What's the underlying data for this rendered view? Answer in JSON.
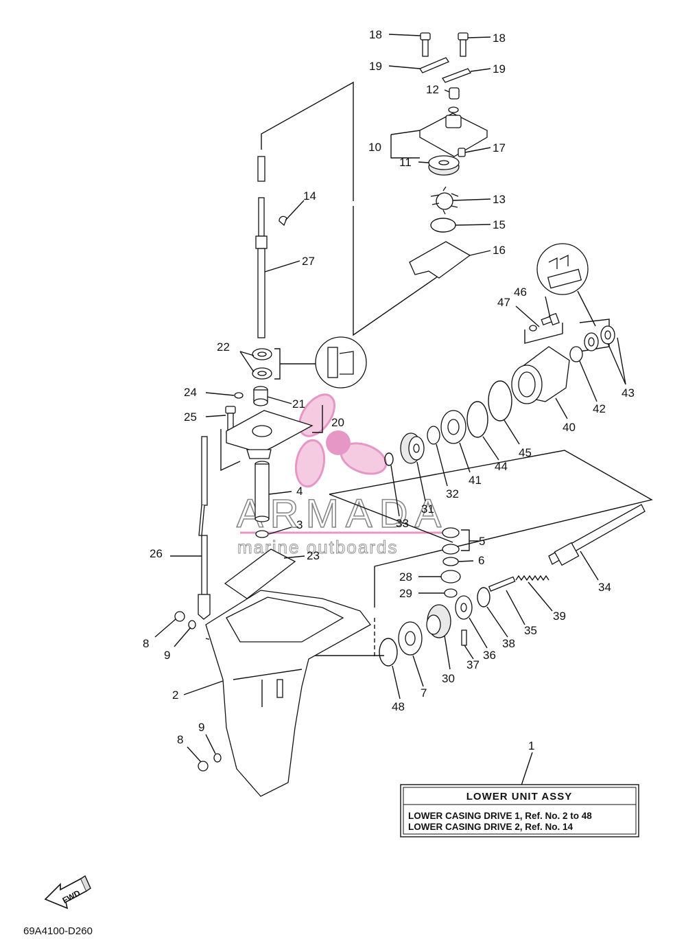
{
  "callouts": [
    {
      "id": "c18a",
      "text": "18"
    },
    {
      "id": "c18b",
      "text": "18"
    },
    {
      "id": "c19a",
      "text": "19"
    },
    {
      "id": "c19b",
      "text": "19"
    },
    {
      "id": "c12",
      "text": "12"
    },
    {
      "id": "c10",
      "text": "10"
    },
    {
      "id": "c17",
      "text": "17"
    },
    {
      "id": "c11",
      "text": "11"
    },
    {
      "id": "c13",
      "text": "13"
    },
    {
      "id": "c15",
      "text": "15"
    },
    {
      "id": "c16",
      "text": "16"
    },
    {
      "id": "c14",
      "text": "14"
    },
    {
      "id": "c27",
      "text": "27"
    },
    {
      "id": "c46",
      "text": "46"
    },
    {
      "id": "c47",
      "text": "47"
    },
    {
      "id": "c22",
      "text": "22"
    },
    {
      "id": "c43",
      "text": "43"
    },
    {
      "id": "c42",
      "text": "42"
    },
    {
      "id": "c40",
      "text": "40"
    },
    {
      "id": "c24",
      "text": "24"
    },
    {
      "id": "c21",
      "text": "21"
    },
    {
      "id": "c20",
      "text": "20"
    },
    {
      "id": "c25",
      "text": "25"
    },
    {
      "id": "c45",
      "text": "45"
    },
    {
      "id": "c44",
      "text": "44"
    },
    {
      "id": "c41",
      "text": "41"
    },
    {
      "id": "c32",
      "text": "32"
    },
    {
      "id": "c31",
      "text": "31"
    },
    {
      "id": "c33",
      "text": "33"
    },
    {
      "id": "c4",
      "text": "4"
    },
    {
      "id": "c3",
      "text": "3"
    },
    {
      "id": "c5",
      "text": "5"
    },
    {
      "id": "c6",
      "text": "6"
    },
    {
      "id": "c26",
      "text": "26"
    },
    {
      "id": "c23",
      "text": "23"
    },
    {
      "id": "c28",
      "text": "28"
    },
    {
      "id": "c29",
      "text": "29"
    },
    {
      "id": "c34",
      "text": "34"
    },
    {
      "id": "c39",
      "text": "39"
    },
    {
      "id": "c35",
      "text": "35"
    },
    {
      "id": "c38",
      "text": "38"
    },
    {
      "id": "c36",
      "text": "36"
    },
    {
      "id": "c37",
      "text": "37"
    },
    {
      "id": "c30",
      "text": "30"
    },
    {
      "id": "c7",
      "text": "7"
    },
    {
      "id": "c48",
      "text": "48"
    },
    {
      "id": "c8a",
      "text": "8"
    },
    {
      "id": "c9a",
      "text": "9"
    },
    {
      "id": "c2",
      "text": "2"
    },
    {
      "id": "c9b",
      "text": "9"
    },
    {
      "id": "c8b",
      "text": "8"
    },
    {
      "id": "c1",
      "text": "1"
    }
  ],
  "info_box": {
    "title": "LOWER UNIT ASSY",
    "line1": "LOWER CASING DRIVE 1, Ref. No. 2 to 48",
    "line2": "LOWER CASING DRIVE 2, Ref. No. 14"
  },
  "fwd_label": "FWD",
  "diagram_code": "69A4100-D260",
  "watermark": {
    "brand": "ARMADA",
    "tagline": "marine outboards",
    "color": "#e48cc0"
  }
}
